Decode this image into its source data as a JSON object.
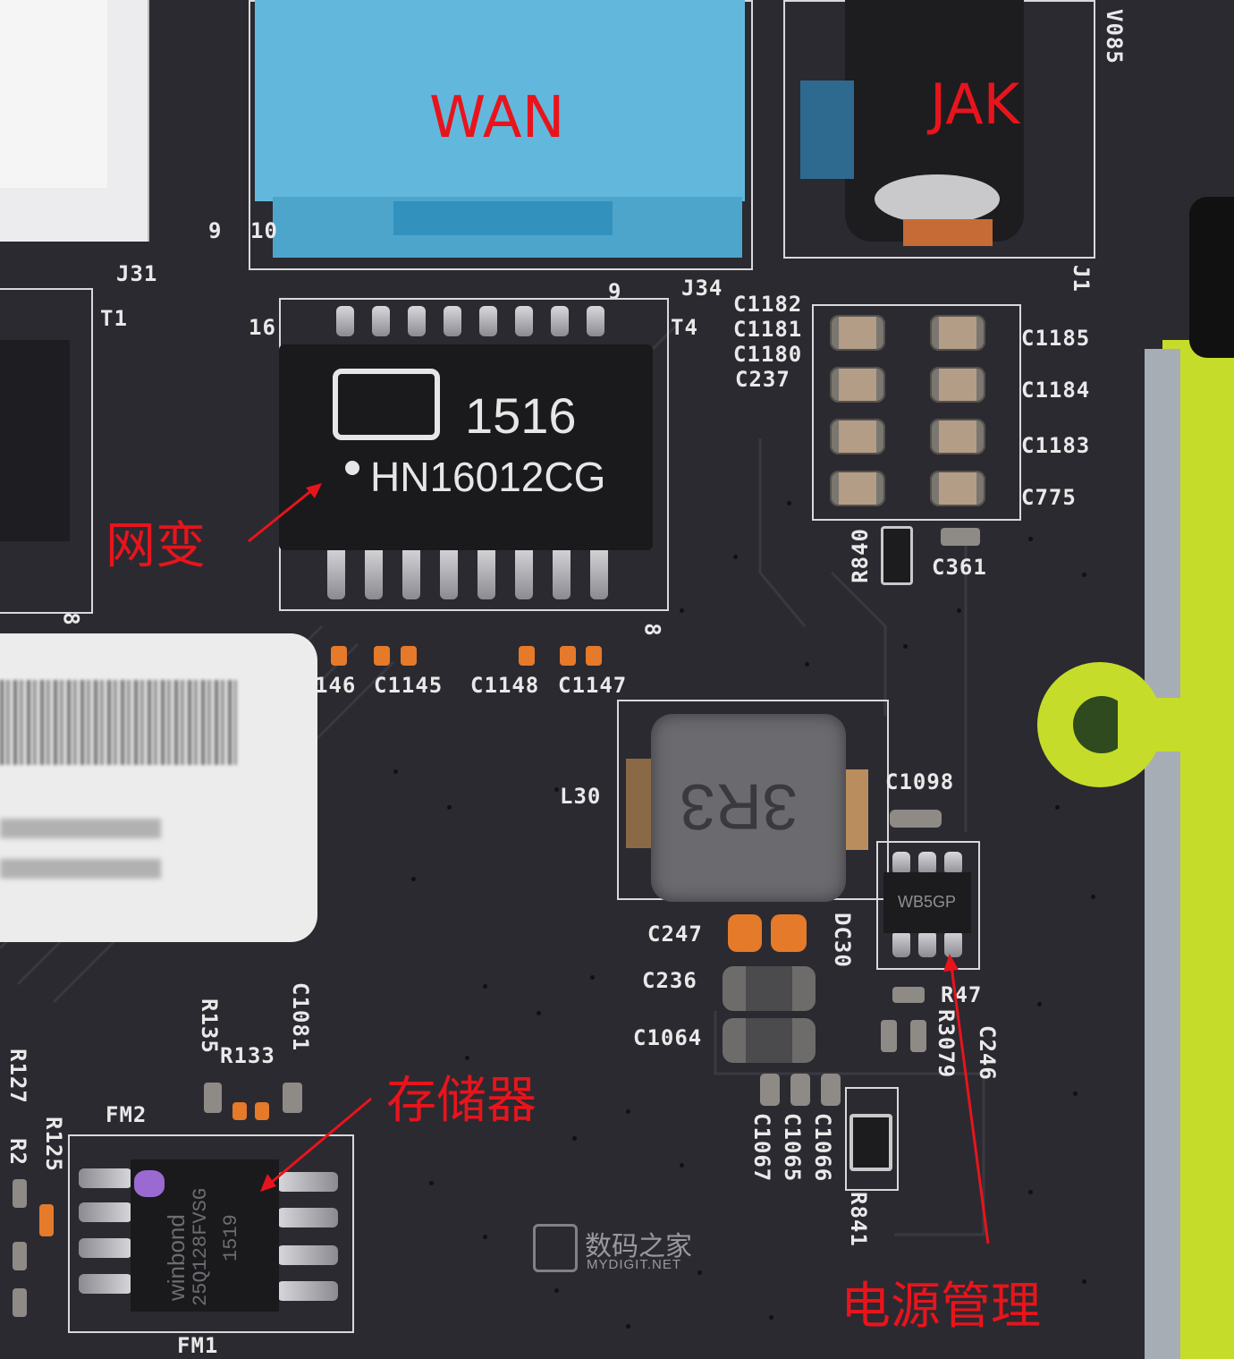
{
  "annotations": {
    "wan": "WAN",
    "jak": "JAK",
    "transformer": "网变",
    "memory": "存储器",
    "power": "电源管理"
  },
  "watermark": {
    "name": "数码之家",
    "url": "MYDIGIT.NET"
  },
  "chips": {
    "transformer_line1": "1516",
    "transformer_line2": "HN16012CG",
    "inductor": "3R3",
    "pmic": "WB5GP",
    "flash_brand": "winbond",
    "flash_part": "25Q128FVSG",
    "flash_date": "1519"
  },
  "silkscreen": {
    "j31": "J31",
    "j34": "J34",
    "t1": "T1",
    "t4": "T4",
    "j1": "J1",
    "v085": "V085",
    "pin9a": "9",
    "pin10": "10",
    "pin9b": "9",
    "pin16": "16",
    "pin8": "8",
    "pin8b": "8",
    "c1182": "C1182",
    "c1181": "C1181",
    "c1180": "C1180",
    "c237": "C237",
    "c1185": "C1185",
    "c1184": "C1184",
    "c1183": "C1183",
    "c775": "C775",
    "r840": "R840",
    "c361": "C361",
    "c146": "146",
    "c1145": "C1145",
    "c1148": "C1148",
    "c1147": "C1147",
    "c1098": "C1098",
    "l30": "L30",
    "c247": "C247",
    "c236": "C236",
    "c1064": "C1064",
    "dc30": "DC30",
    "r47": "R47",
    "r3079": "R3079",
    "c246": "C246",
    "c1067": "C1067",
    "c1065": "C1065",
    "c1066": "C1066",
    "r841": "R841",
    "r135": "R135",
    "r133": "R133",
    "c1081": "C1081",
    "r127": "R127",
    "r2": "R2",
    "r125": "R125",
    "fm2": "FM2",
    "fm1": "FM1"
  },
  "colors": {
    "board": "#2b2a30",
    "annotation_red": "#e8141c",
    "wan_port_blue": "#5fb6d8",
    "frame_green": "#c6dc2a"
  }
}
